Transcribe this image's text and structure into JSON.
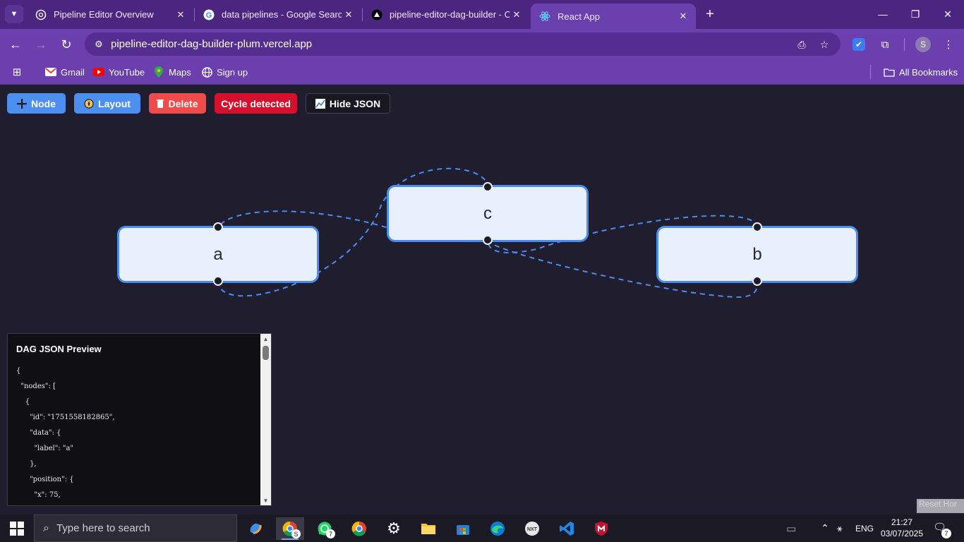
{
  "browser": {
    "tabs": [
      {
        "title": "Pipeline Editor Overview",
        "icon": "chatgpt-icon",
        "active": false
      },
      {
        "title": "data pipelines - Google Search",
        "icon": "google-icon",
        "active": false
      },
      {
        "title": "pipeline-editor-dag-builder - O",
        "icon": "vercel-icon",
        "active": false
      },
      {
        "title": "React App",
        "icon": "react-icon",
        "active": true
      }
    ],
    "url": "pipeline-editor-dag-builder-plum.vercel.app",
    "bookmarks": [
      {
        "label": "Gmail",
        "icon": "gmail-icon"
      },
      {
        "label": "YouTube",
        "icon": "youtube-icon"
      },
      {
        "label": "Maps",
        "icon": "maps-icon"
      },
      {
        "label": "Sign up",
        "icon": "globe-icon"
      }
    ],
    "all_bookmarks": "All Bookmarks",
    "profile_initial": "S",
    "accent_color": "#6b3fae"
  },
  "app": {
    "toolbar": {
      "node_label": "Node",
      "layout_label": "Layout",
      "delete_label": "Delete",
      "cycle_label": "Cycle detected",
      "json_label": "Hide JSON"
    },
    "nodes": [
      {
        "label": "a"
      },
      {
        "label": "c"
      },
      {
        "label": "b"
      }
    ],
    "json_panel": {
      "title": "DAG JSON Preview",
      "content": "{\n  \"nodes\": [\n    {\n      \"id\": \"1751558182865\",\n      \"data\": {\n        \"label\": \"a\"\n      },\n      \"position\": {\n        \"x\": 75,"
    },
    "colors": {
      "background": "#1f1d2e",
      "node_fill": "#e8f0fe",
      "node_border": "#4a8df2",
      "edge": "#4a8df2",
      "primary_button": "#4d8ff0",
      "delete_button": "#ef4b4b",
      "cycle_badge": "#d4102c"
    }
  },
  "watermark": "Reset Hor",
  "taskbar": {
    "search_placeholder": "Type here to search",
    "whatsapp_badge": "7",
    "chrome_badge": "S",
    "language": "ENG",
    "time": "21:27",
    "date": "03/07/2025",
    "notification_count": "7"
  }
}
